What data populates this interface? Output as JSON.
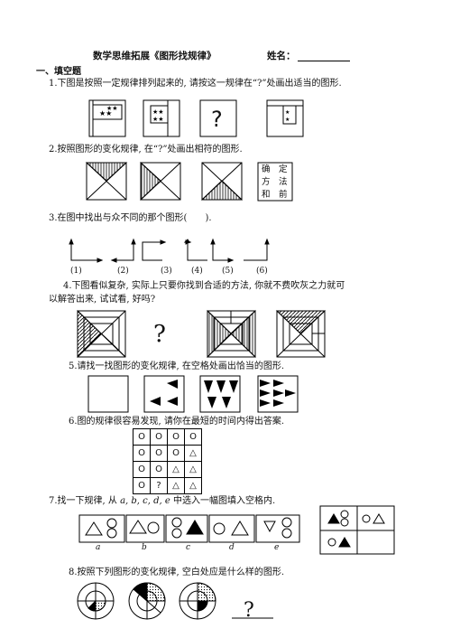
{
  "header": {
    "title": "数学思维拓展《图形找规律》",
    "name_label": "姓名："
  },
  "section1": {
    "heading": "一、填空题"
  },
  "questions": {
    "q1": "1.下图是按照一定规律排列起来的, 请按这一规律在“?”处画出适当的图形.",
    "q2": "2.按照图形的变化规律, 在“?”处画出相符的图形.",
    "q3": "3.在图中找出与众不同的那个图形(　　).",
    "q4_line1": "4.下图看似复杂, 实际上只要你找到合适的方法, 你就不费吹灰之力就可",
    "q4_line2": "以解答出来, 试试看, 好吗?",
    "q5": "5.请找一找图形的变化规律, 在空格处画出恰当的图形.",
    "q6": "6.图的规律很容易发现, 请你在最短的时间内得出答案.",
    "q7_prefix": "7.找一下规律, 从 ",
    "q7_letters": "a, b, c, d, e",
    "q7_suffix": " 中选入一幅图填入空格内.",
    "q8": "8.按照下列图形的变化规律, 空白处应是什么样的图形."
  },
  "q1_figure": {
    "question_mark": "?"
  },
  "q2_figure": {
    "box_text": [
      "确　定",
      "方　法",
      "和　前"
    ]
  },
  "q3_figure": {
    "labels": [
      "(1)",
      "(2)",
      "(3)",
      "(4)",
      "(5)",
      "(6)"
    ]
  },
  "q4_figure": {
    "question_mark": "?"
  },
  "q6_figure": {
    "grid": [
      [
        "O",
        "O",
        "O",
        "O"
      ],
      [
        "O",
        "O",
        "O",
        "△"
      ],
      [
        "O",
        "O",
        "△",
        "△"
      ],
      [
        "O",
        "?",
        "△",
        "△"
      ]
    ]
  },
  "q7_figure": {
    "option_labels": [
      "a",
      "b",
      "c",
      "d",
      "e"
    ]
  },
  "q8_figure": {
    "question_mark": "?"
  }
}
